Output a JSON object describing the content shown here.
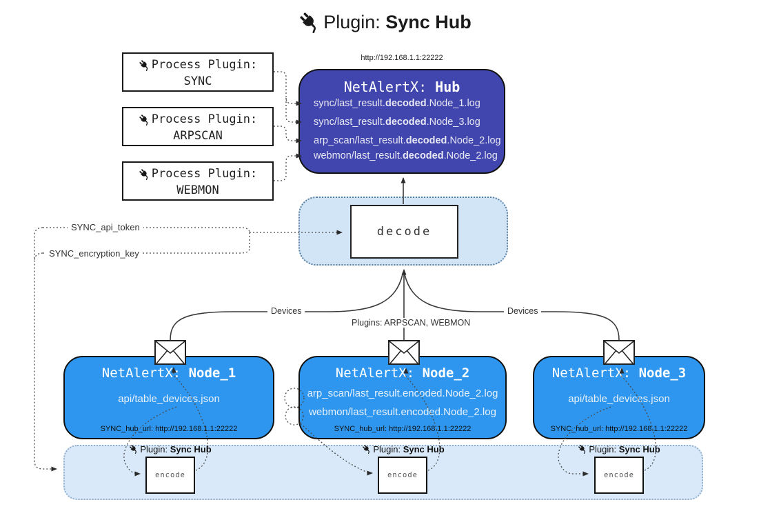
{
  "title": {
    "prefix": "Plugin: ",
    "bold": "Sync Hub"
  },
  "hub": {
    "url_label": "http://192.168.1.1:22222",
    "name_prefix": "NetAlertX: ",
    "name_bold": "Hub",
    "logs": [
      {
        "pre": "sync/last_result.",
        "bold": "decoded",
        "post": ".Node_1.log"
      },
      {
        "pre": "sync/last_result.",
        "bold": "decoded",
        "post": ".Node_3.log"
      },
      {
        "pre": "arp_scan/last_result.",
        "bold": "decoded",
        "post": ".Node_2.log"
      },
      {
        "pre": "webmon/last_result.",
        "bold": "decoded",
        "post": ".Node_2.log"
      }
    ]
  },
  "process_plugins": [
    {
      "line1": "Process Plugin:",
      "line2": "SYNC"
    },
    {
      "line1": "Process Plugin:",
      "line2": "ARPSCAN"
    },
    {
      "line1": "Process Plugin:",
      "line2": "WEBMON"
    }
  ],
  "decode_label": "decode",
  "tokens": {
    "api": "SYNC_api_token",
    "key": "SYNC_encryption_key"
  },
  "edge_labels": {
    "devices_left": "Devices",
    "devices_right": "Devices",
    "plugins": "Plugins: ARPSCAN, WEBMON"
  },
  "nodes": [
    {
      "name_prefix": "NetAlertX: ",
      "name_bold": "Node_1",
      "lines": [
        "api/table_devices.json"
      ],
      "hub_url": "SYNC_hub_url: http://192.168.1.1:22222"
    },
    {
      "name_prefix": "NetAlertX: ",
      "name_bold": "Node_2",
      "lines": [
        "arp_scan/last_result.encoded.Node_2.log",
        "webmon/last_result.encoded.Node_2.log"
      ],
      "hub_url": "SYNC_hub_url: http://192.168.1.1:22222"
    },
    {
      "name_prefix": "NetAlertX: ",
      "name_bold": "Node_3",
      "lines": [
        "api/table_devices.json"
      ],
      "hub_url": "SYNC_hub_url: http://192.168.1.1:22222"
    }
  ],
  "encoders": [
    {
      "label_prefix": "Plugin: ",
      "label_bold": "Sync Hub",
      "box_label": "encode"
    },
    {
      "label_prefix": "Plugin: ",
      "label_bold": "Sync Hub",
      "box_label": "encode"
    },
    {
      "label_prefix": "Plugin: ",
      "label_bold": "Sync Hub",
      "box_label": "encode"
    }
  ],
  "icons": {
    "plug": "plug-icon",
    "envelope": "envelope-icon"
  },
  "colors": {
    "hub_fill": "#4146ae",
    "node_fill": "#2e96ee",
    "decode_panel_fill": "#d2e5f7",
    "strip_fill": "#d9e9f9",
    "wire": "#444444"
  }
}
